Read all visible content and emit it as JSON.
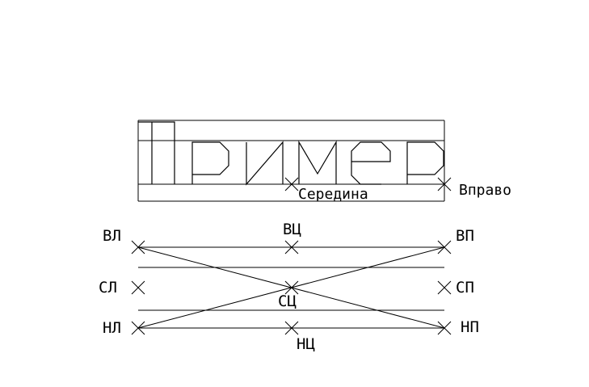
{
  "top_example": {
    "word": "Пример",
    "labels": {
      "middle": "Середина",
      "right": "Вправо"
    }
  },
  "justification_points": {
    "top_left": "ВЛ",
    "top_center": "ВЦ",
    "top_right": "ВП",
    "middle_left": "СЛ",
    "middle_center": "СЦ",
    "middle_right": "СП",
    "bottom_left": "НЛ",
    "bottom_center": "НЦ",
    "bottom_right": "НП"
  },
  "colors": {
    "line": "#000000",
    "background": "#ffffff"
  }
}
